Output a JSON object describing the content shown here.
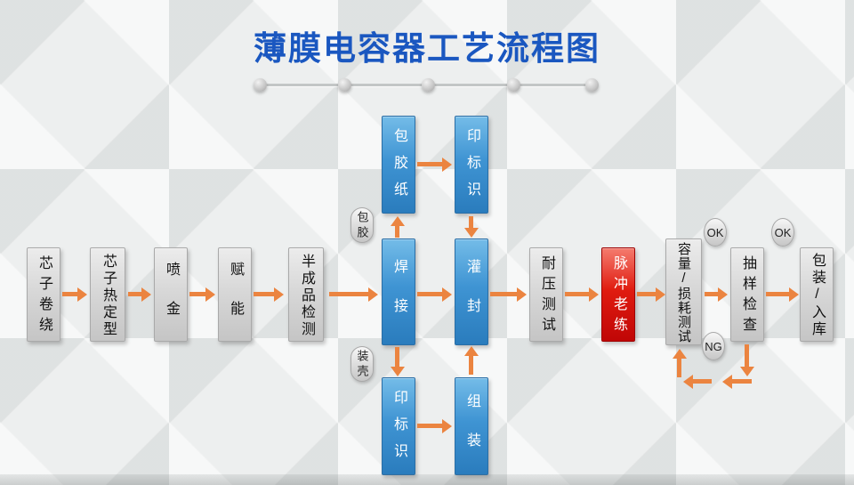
{
  "title": "薄膜电容器工艺流程图",
  "colors": {
    "title_blue": "#1A57C0",
    "arrow_orange": "#EB8440",
    "process_blue": "#3F94D3",
    "alert_red": "#D81010",
    "node_gray": "#D8D8D8"
  },
  "main_flow": [
    {
      "label": "芯子卷绕"
    },
    {
      "label": "芯子热定型"
    },
    {
      "label": "喷金"
    },
    {
      "label": "赋能"
    },
    {
      "label": "半成品检测"
    },
    {
      "label": "焊接"
    },
    {
      "label": "灌封"
    },
    {
      "label": "耐压测试"
    },
    {
      "label": "脉冲老练"
    },
    {
      "label": "容量/损耗测试"
    },
    {
      "label": "抽样检查"
    },
    {
      "label": "包装/入库"
    }
  ],
  "top_branch": [
    {
      "label": "包胶纸"
    },
    {
      "label": "印标识"
    }
  ],
  "bottom_branch": [
    {
      "label": "印标识"
    },
    {
      "label": "组装"
    }
  ],
  "tags": {
    "taping": "包胶",
    "casing": "装壳",
    "ok_left": "OK",
    "ok_right": "OK",
    "ng": "NG"
  }
}
